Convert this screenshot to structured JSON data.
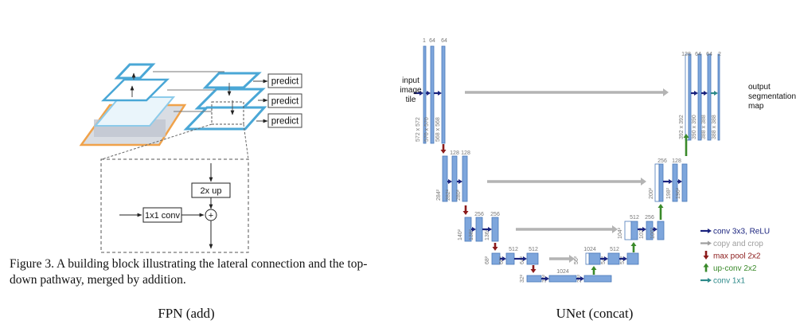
{
  "fpn": {
    "predict_labels": [
      "predict",
      "predict",
      "predict"
    ],
    "upsample_label": "2x up",
    "lateral_conv_label": "1x1 conv",
    "add_symbol": "+",
    "caption": "Figure 3. A building block illustrating the lateral connection and the top-down pathway, merged by addition.",
    "name": "FPN (add)",
    "colors": {
      "feature_map": "#4aa7d6",
      "image_border": "#f0a24a",
      "dash": "#555555"
    }
  },
  "unet": {
    "name": "UNet (concat)",
    "input_label": [
      "input",
      "image",
      "tile"
    ],
    "output_label": [
      "output",
      "segmentation",
      "map"
    ],
    "channel_labels": {
      "l1_enc": [
        "1",
        "64",
        "64"
      ],
      "l2_enc": [
        "128",
        "128"
      ],
      "l3_enc": [
        "256",
        "256"
      ],
      "l4_enc": [
        "512",
        "512"
      ],
      "l5": [
        "1024"
      ],
      "l4_dec": [
        "1024",
        "512"
      ],
      "l3_dec": [
        "512",
        "256"
      ],
      "l2_dec": [
        "256",
        "128"
      ],
      "l1_dec": [
        "128",
        "64",
        "64",
        "2"
      ]
    },
    "size_labels": {
      "l1_enc": [
        "572 x 572",
        "570 x 570",
        "568 x 568"
      ],
      "l2_enc": [
        "284²",
        "282²",
        "280²"
      ],
      "l3_enc": [
        "140²",
        "138²",
        "136²"
      ],
      "l4_enc": [
        "68²",
        "66²",
        "64²"
      ],
      "l5": [
        "32²",
        "30²",
        "28²"
      ],
      "l4_dec": [
        "56²",
        "54²",
        "52²"
      ],
      "l3_dec": [
        "104²",
        "102²",
        "100²"
      ],
      "l2_dec": [
        "200²",
        "198²",
        "196²"
      ],
      "l1_dec": [
        "392 x 392",
        "390 x 390",
        "388 x 388",
        "388 x 388"
      ]
    },
    "legend": [
      {
        "label": "conv 3x3, ReLU",
        "color": "#1a237e",
        "icon": "arrow-right-icon"
      },
      {
        "label": "copy and crop",
        "color": "#9e9e9e",
        "icon": "arrow-right-icon"
      },
      {
        "label": "max pool 2x2",
        "color": "#8b1a1a",
        "icon": "arrow-down-icon"
      },
      {
        "label": "up-conv 2x2",
        "color": "#3a8a2a",
        "icon": "arrow-up-icon"
      },
      {
        "label": "conv 1x1",
        "color": "#2e8a8a",
        "icon": "arrow-right-icon"
      }
    ],
    "colors": {
      "block": "#7ea6dc",
      "block_edge": "#4a78b8",
      "crop_block": "#ffffff"
    }
  }
}
